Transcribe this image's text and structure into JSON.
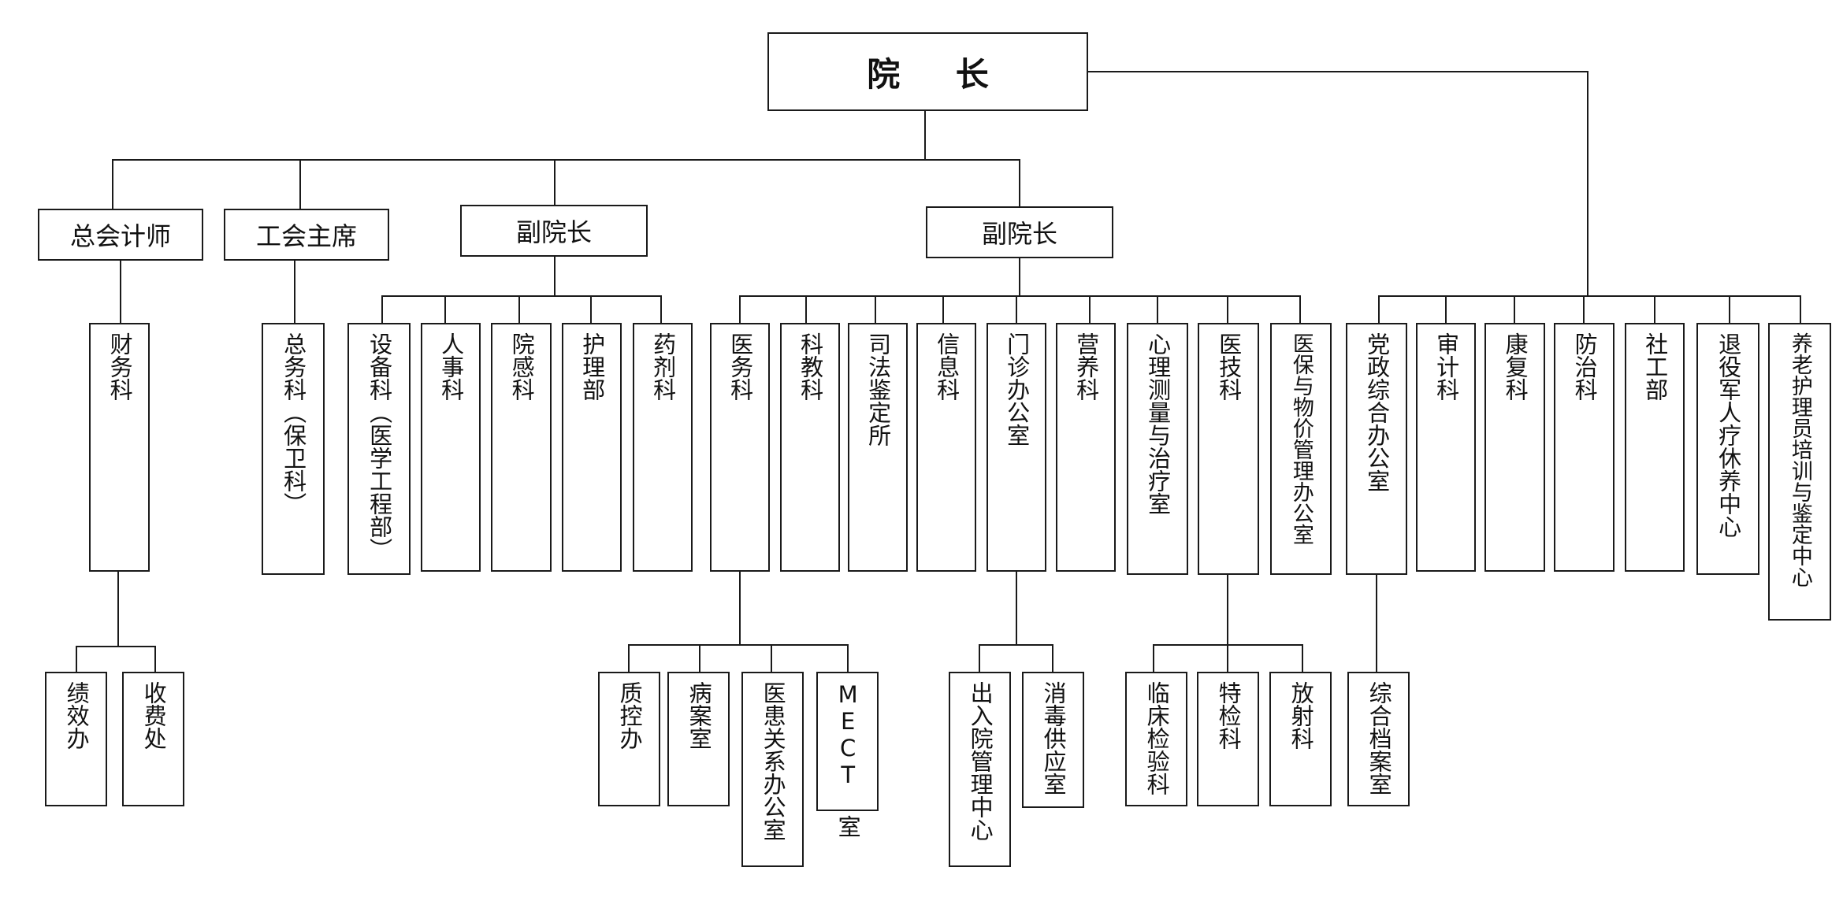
{
  "root": {
    "label": "院 长"
  },
  "level1": {
    "chief_accountant": "总会计师",
    "union_chairman": "工会主席",
    "vice_president_1": "副院长",
    "vice_president_2": "副院长"
  },
  "departments": {
    "finance": "财务科",
    "general_affairs": "总务科（保卫科）",
    "equipment": "设备科（医学工程部）",
    "personnel": "人事科",
    "infection_control": "院感科",
    "nursing": "护理部",
    "pharmacy": "药剂科",
    "medical_affairs": "医务科",
    "science_education": "科教科",
    "forensic": "司法鉴定所",
    "information": "信息科",
    "outpatient_office": "门诊办公室",
    "nutrition": "营养科",
    "psych_measurement": "心理测量与治疗室",
    "medical_technology": "医技科",
    "insurance_price": "医保与物价管理办公室",
    "party_admin": "党政综合办公室",
    "audit": "审计科",
    "rehabilitation": "康复科",
    "prevention": "防治科",
    "social_work": "社工部",
    "veterans_center": "退役军人疗休养中心",
    "elderly_care_training": "养老护理员培训与鉴定中心"
  },
  "sub_units": {
    "performance_office": "绩效办",
    "cashier": "收费处",
    "quality_control": "质控办",
    "medical_records": "病案室",
    "patient_relations": "医患关系办公室",
    "mect": "MECT 室",
    "admission_center": "出入院管理中心",
    "sterilization": "消毒供应室",
    "clinical_lab": "临床检验科",
    "special_exam": "特检科",
    "radiology": "放射科",
    "archives": "综合档案室"
  }
}
